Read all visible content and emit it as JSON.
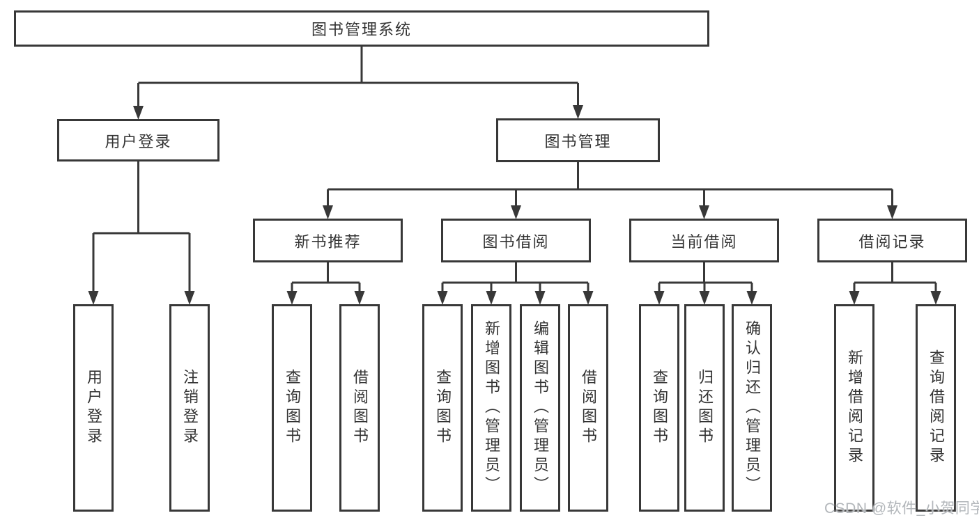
{
  "root": {
    "label": "图书管理系统"
  },
  "level2": [
    {
      "label": "用户登录"
    },
    {
      "label": "图书管理"
    }
  ],
  "level3": [
    {
      "label": "新书推荐"
    },
    {
      "label": "图书借阅"
    },
    {
      "label": "当前借阅"
    },
    {
      "label": "借阅记录"
    }
  ],
  "leaves": {
    "user_login": [
      "用户登录",
      "注销登录"
    ],
    "new_books": [
      "查询图书",
      "借阅图书"
    ],
    "book_borrow": [
      "查询图书",
      "新增图书（管理员）",
      "编辑图书（管理员）",
      "借阅图书"
    ],
    "current_borrow": [
      "查询图书",
      "归还图书",
      "确认归还（管理员）"
    ],
    "borrow_records": [
      "新增借阅记录",
      "查询借阅记录"
    ]
  },
  "watermark": "CSDN @软件_小贺同学",
  "colors": {
    "line": "#383838",
    "text": "#333333",
    "watermark": "#b2b6ba",
    "background": "#ffffff"
  }
}
